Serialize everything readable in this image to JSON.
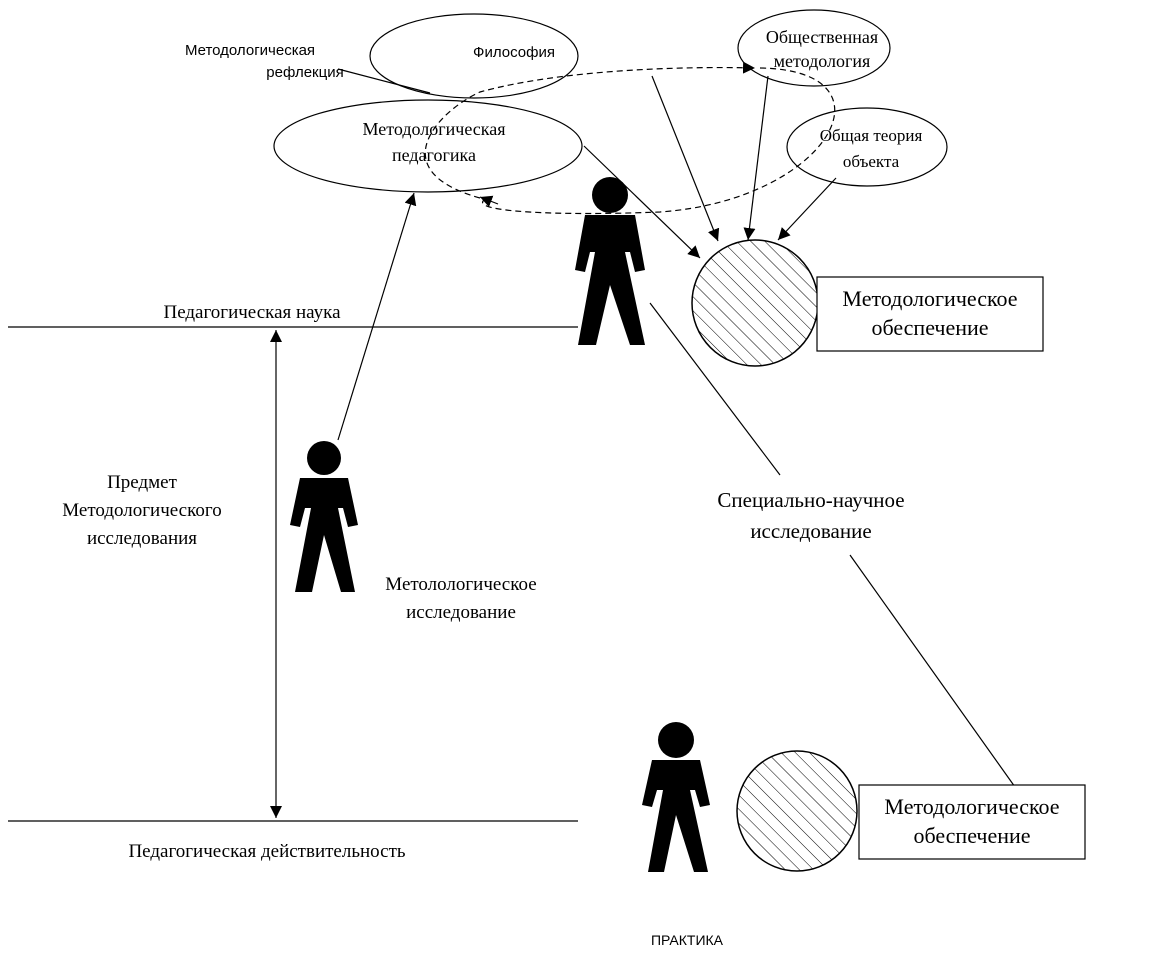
{
  "diagram": {
    "labels": {
      "meth_reflection_1": "Методологическая",
      "meth_reflection_2": "рефлекция",
      "philosophy": "Философия",
      "social_meth_1": "Общественная",
      "social_meth_2": "методология",
      "meth_pedagogy_1": "Методологическая",
      "meth_pedagogy_2": "педагогика",
      "general_theory_1": "Общая теория",
      "general_theory_2": "объекта",
      "ped_science": "Педагогическая наука",
      "meth_support_top_1": "Методологическое",
      "meth_support_top_2": "обеспечение",
      "subject_1": "Предмет",
      "subject_2": "Методологического",
      "subject_3": "исследования",
      "meth_research_1": "Метолологическое",
      "meth_research_2": "исследование",
      "special_research_1": "Специально-научное",
      "special_research_2": "исследование",
      "meth_support_bottom_1": "Методологическое",
      "meth_support_bottom_2": "обеспечение",
      "ped_reality": "Педагогическая действительность",
      "practice": "ПРАКТИКА"
    }
  }
}
